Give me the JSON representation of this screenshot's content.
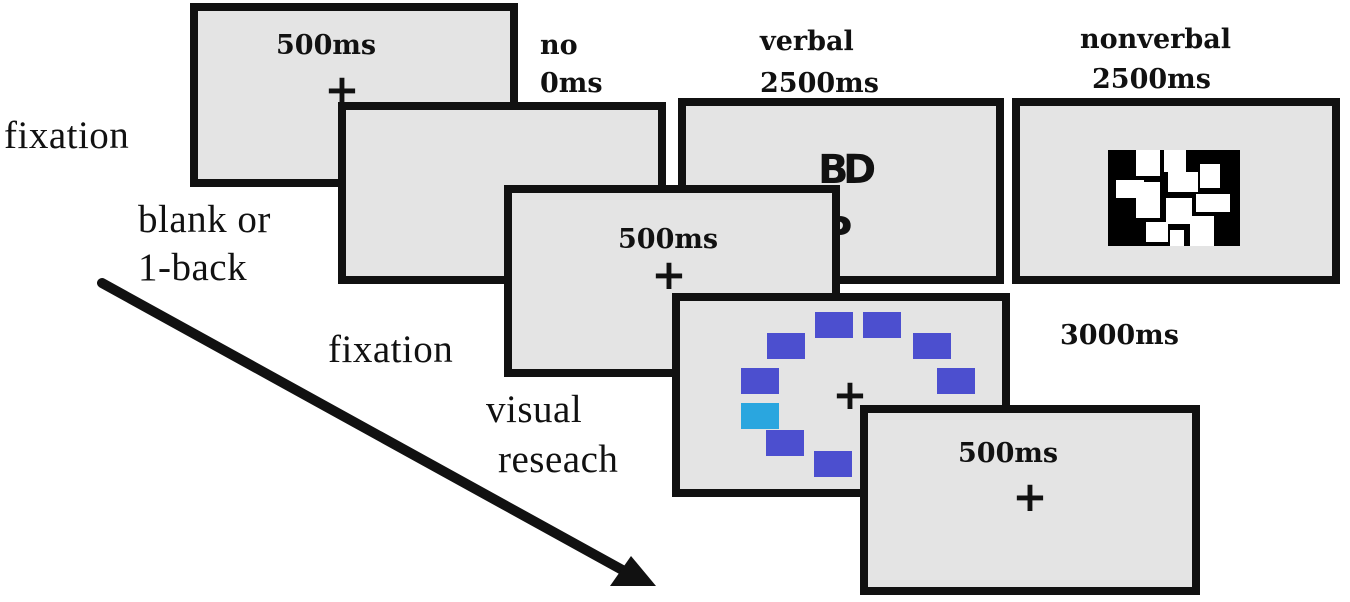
{
  "colors": {
    "screen_bg": "#e4e4e4",
    "frame": "#111111",
    "target_square": "#2aa6df",
    "distractor_square": "#4c4fcf",
    "pattern_bg": "#000000",
    "pattern_cell": "#ffffff"
  },
  "stages": {
    "fixation1": {
      "label": "fixation",
      "duration": "500ms"
    },
    "blank": {
      "label_line1": "blank or",
      "label_line2": "1-back"
    },
    "conditions": {
      "no": {
        "name": "no",
        "duration": "0ms"
      },
      "verbal": {
        "name": "verbal",
        "duration": "2500ms",
        "letters": [
          "B",
          "D",
          "P"
        ]
      },
      "nonverbal": {
        "name": "nonverbal",
        "duration": "2500ms"
      }
    },
    "fixation2": {
      "label": "fixation",
      "duration": "500ms"
    },
    "search": {
      "label_line1": "visual",
      "label_line2": "reseach",
      "duration": "3000ms"
    },
    "final": {
      "duration": "500ms"
    }
  },
  "icons": {
    "fixation_cross": "plus-sign",
    "time_arrow": "diagonal-arrow"
  }
}
